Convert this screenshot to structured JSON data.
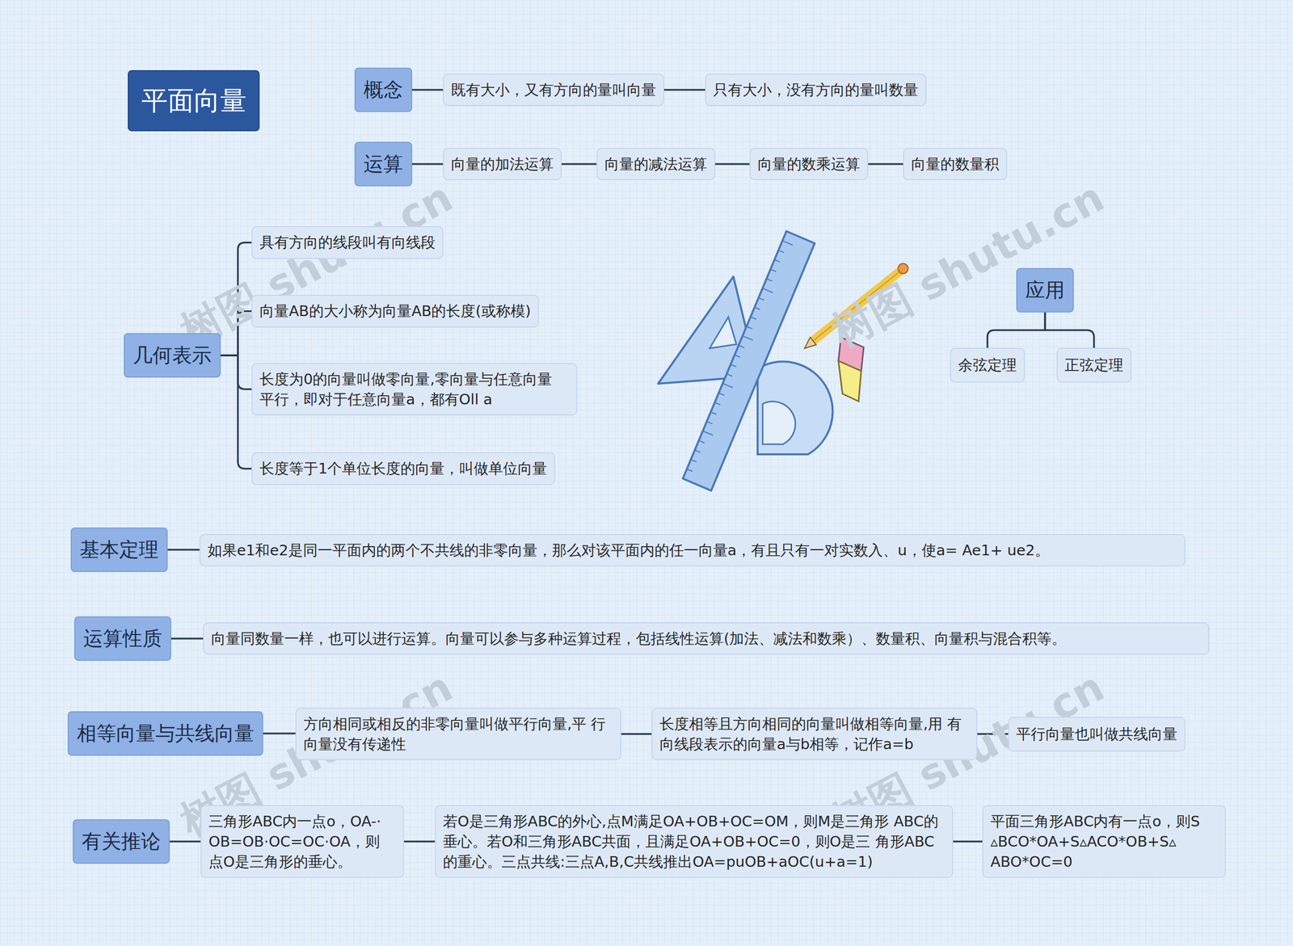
{
  "diagram": {
    "title": "平面向量",
    "nodes": [
      {
        "text": [
          "概念"
        ]
      },
      {
        "text": [
          "既有大小，又有方向的量叫向量"
        ]
      },
      {
        "text": [
          "只有大小，没有方向的量叫数量"
        ]
      },
      {
        "text": [
          "运算"
        ]
      },
      {
        "text": [
          "向量的加法运算"
        ]
      },
      {
        "text": [
          "向量的减法运算"
        ]
      },
      {
        "text": [
          "向量的数乘运算"
        ]
      },
      {
        "text": [
          "向量的数量积"
        ]
      },
      {
        "text": [
          "几何表示"
        ]
      },
      {
        "text": [
          "具有方向的线段叫有向线段"
        ]
      },
      {
        "text": [
          "向量AB的大小称为向量AB的长度(或称模)"
        ]
      },
      {
        "text": [
          "长度为0的向量叫做零向量,零向量与任意向量 平行，即对于任意向量a，都有Oll a"
        ]
      },
      {
        "text": [
          "长度等于1个单位长度的向量，叫做单位向量"
        ]
      },
      {
        "text": [
          "应用"
        ]
      },
      {
        "text": [
          "余弦定理"
        ]
      },
      {
        "text": [
          "正弦定理"
        ]
      },
      {
        "text": [
          "基本定理"
        ]
      },
      {
        "text": [
          "如果e1和e2是同一平面内的两个不共线的非零向量，那么对该平面内的任一向量a，有且只有一对实数入、u，使a= Ae1+ ue2。"
        ]
      },
      {
        "text": [
          "运算性质"
        ]
      },
      {
        "text": [
          "向量同数量一样，也可以进行运算。向量可以参与多种运算过程，包括线性运算(加法、减法和数乘）、数量积、向量积与混合积等。"
        ]
      },
      {
        "text": [
          "相等向量与共线向量"
        ]
      },
      {
        "text": [
          "方向相同或相反的非零向量叫做平行向量,平 行向量没有传递性"
        ]
      },
      {
        "text": [
          "长度相等且方向相同的向量叫做相等向量,用 有向线段表示的向量a与b相等，记作a=b"
        ]
      },
      {
        "text": [
          "平行向量也叫做共线向量"
        ]
      },
      {
        "text": [
          "有关推论"
        ]
      },
      {
        "text": [
          "三角形ABC内一点o，OA-· OB=OB·OC=OC·OA，则 点O是三角形的垂心。"
        ]
      },
      {
        "text": [
          "若O是三角形ABC的外心,点M满足OA+OB+OC=OM，则M是三角形 ABC的垂心。若O和三角形ABC共面，且满足OA+OB+OC=0，则O是三 角形ABC的重心。三点共线:三点A,B,C共线推出OA=puOB+aOC(u+a=1)"
        ]
      },
      {
        "text": [
          "平面三角形ABC内有一点o，则S ▵BCO*OA+S▵ACO*OB+S▵ ABO*OC=0"
        ]
      }
    ],
    "edges": [
      {
        "from": 0,
        "to": 1,
        "arrow": "none"
      },
      {
        "from": 1,
        "to": 2,
        "arrow": "none"
      },
      {
        "from": 3,
        "to": 4,
        "arrow": "none"
      },
      {
        "from": 4,
        "to": 5,
        "arrow": "none"
      },
      {
        "from": 5,
        "to": 6,
        "arrow": "none"
      },
      {
        "from": 6,
        "to": 7,
        "arrow": "none"
      },
      {
        "from": 8,
        "to": 9,
        "arrow": "none"
      },
      {
        "from": 8,
        "to": 10,
        "arrow": "none"
      },
      {
        "from": 8,
        "to": 11,
        "arrow": "none"
      },
      {
        "from": 8,
        "to": 12,
        "arrow": "none"
      },
      {
        "from": 13,
        "to": 14,
        "arrow": "none"
      },
      {
        "from": 13,
        "to": 15,
        "arrow": "none"
      },
      {
        "from": 16,
        "to": 17,
        "arrow": "none"
      },
      {
        "from": 18,
        "to": 19,
        "arrow": "none"
      },
      {
        "from": 20,
        "to": 21,
        "arrow": "none"
      },
      {
        "from": 21,
        "to": 22,
        "arrow": "none"
      },
      {
        "from": 22,
        "to": 23,
        "arrow": "none"
      },
      {
        "from": 24,
        "to": 25,
        "arrow": "none"
      },
      {
        "from": 25,
        "to": 26,
        "arrow": "none"
      },
      {
        "from": 26,
        "to": 27,
        "arrow": "none"
      }
    ],
    "labels": [
      "树图 shutu.cn",
      "树图 shutu.cn",
      "树图 shutu.cn",
      "树图 shutu.cn"
    ]
  }
}
